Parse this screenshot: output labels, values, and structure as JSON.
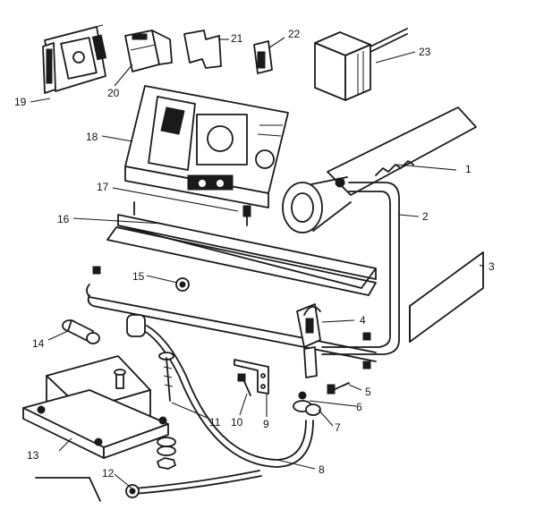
{
  "callouts": [
    {
      "id": "1",
      "label": "1"
    },
    {
      "id": "2",
      "label": "2"
    },
    {
      "id": "3",
      "label": "3"
    },
    {
      "id": "4",
      "label": "4"
    },
    {
      "id": "5",
      "label": "5"
    },
    {
      "id": "6",
      "label": "6"
    },
    {
      "id": "7",
      "label": "7"
    },
    {
      "id": "8",
      "label": "8"
    },
    {
      "id": "9",
      "label": "9"
    },
    {
      "id": "10",
      "label": "10"
    },
    {
      "id": "11",
      "label": "11"
    },
    {
      "id": "12",
      "label": "12"
    },
    {
      "id": "13",
      "label": "13"
    },
    {
      "id": "14",
      "label": "14"
    },
    {
      "id": "15",
      "label": "15"
    },
    {
      "id": "16",
      "label": "16"
    },
    {
      "id": "17",
      "label": "17"
    },
    {
      "id": "18",
      "label": "18"
    },
    {
      "id": "19",
      "label": "19"
    },
    {
      "id": "20",
      "label": "20"
    },
    {
      "id": "21",
      "label": "21"
    },
    {
      "id": "22",
      "label": "22"
    },
    {
      "id": "23",
      "label": "23"
    }
  ],
  "line_color": "#1a1a1a",
  "background_color": "#ffffff"
}
